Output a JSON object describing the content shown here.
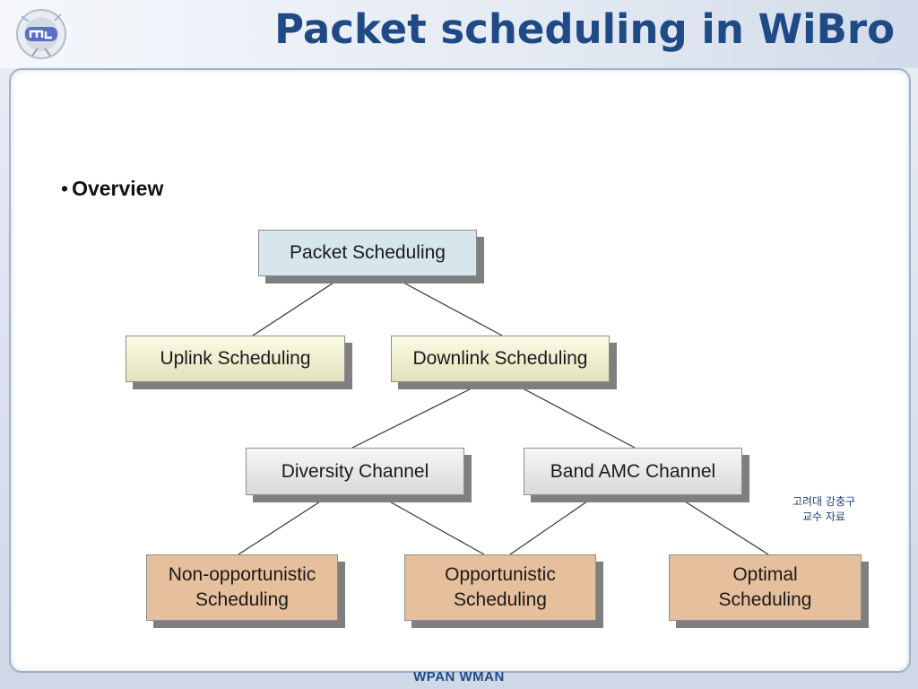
{
  "slide": {
    "title": "Packet scheduling in WiBro",
    "bullet": "Overview",
    "footer": "WPAN WMAN",
    "note_line1": "고려대 강충구",
    "note_line2": "교수 자료"
  },
  "diagram": {
    "nodes": {
      "root": "Packet Scheduling",
      "uplink": "Uplink Scheduling",
      "downlink": "Downlink Scheduling",
      "diversity": "Diversity Channel",
      "band_amc": "Band AMC Channel",
      "non_opp_1": "Non-opportunistic",
      "non_opp_2": "Scheduling",
      "opp_1": "Opportunistic",
      "opp_2": "Scheduling",
      "optimal_1": "Optimal",
      "optimal_2": "Scheduling"
    },
    "edges": [
      [
        "root",
        "uplink"
      ],
      [
        "root",
        "downlink"
      ],
      [
        "downlink",
        "diversity"
      ],
      [
        "downlink",
        "band_amc"
      ],
      [
        "diversity",
        "non_opp"
      ],
      [
        "diversity",
        "opp"
      ],
      [
        "band_amc",
        "opp"
      ],
      [
        "band_amc",
        "optimal"
      ]
    ],
    "colors": {
      "root": "#d6e6ec",
      "level1": "#f0f0d0",
      "level2": "#e6e6e6",
      "level3": "#e6bf9d",
      "title": "#1f4a86"
    }
  }
}
